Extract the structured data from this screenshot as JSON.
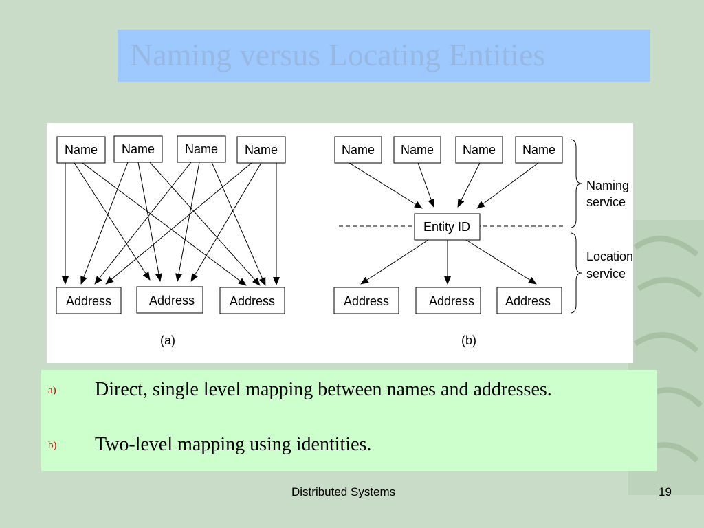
{
  "slide": {
    "title": "Naming versus Locating Entities",
    "footer_center": "Distributed Systems",
    "page_number": "19"
  },
  "diagram": {
    "a": {
      "names": [
        "Name",
        "Name",
        "Name",
        "Name"
      ],
      "addresses": [
        "Address",
        "Address",
        "Address"
      ],
      "caption": "(a)"
    },
    "b": {
      "names": [
        "Name",
        "Name",
        "Name",
        "Name"
      ],
      "entity_id": "Entity ID",
      "addresses": [
        "Address",
        "Address",
        "Address"
      ],
      "naming_service_label": [
        "Naming",
        "service"
      ],
      "location_service_label": [
        "Location",
        "service"
      ],
      "caption": "(b)"
    }
  },
  "bullets": [
    {
      "marker": "a)",
      "text": "Direct, single level mapping between names and addresses."
    },
    {
      "marker": "b)",
      "text": "Two-level mapping using identities."
    }
  ],
  "colors": {
    "background": "#c9dcc7",
    "title_box": "#9ec9ff",
    "title_text": "#97b8e2",
    "bullet_box": "#ccffcc",
    "bullet_marker": "#cc0000"
  }
}
